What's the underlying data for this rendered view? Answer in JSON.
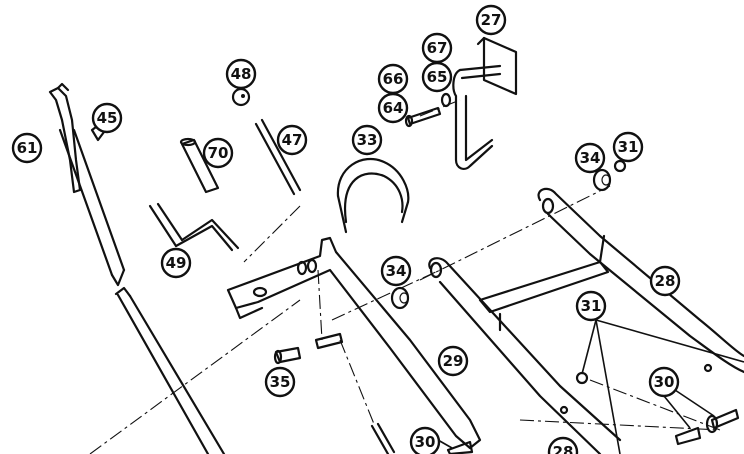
{
  "callouts": [
    {
      "id": "c27",
      "label": "27"
    },
    {
      "id": "c67",
      "label": "67"
    },
    {
      "id": "c66",
      "label": "66"
    },
    {
      "id": "c65",
      "label": "65"
    },
    {
      "id": "c64",
      "label": "64"
    },
    {
      "id": "c48",
      "label": "48"
    },
    {
      "id": "c45",
      "label": "45"
    },
    {
      "id": "c61",
      "label": "61"
    },
    {
      "id": "c70",
      "label": "70"
    },
    {
      "id": "c47",
      "label": "47"
    },
    {
      "id": "c33",
      "label": "33"
    },
    {
      "id": "c34a",
      "label": "34"
    },
    {
      "id": "c31a",
      "label": "31"
    },
    {
      "id": "c49",
      "label": "49"
    },
    {
      "id": "c34b",
      "label": "34"
    },
    {
      "id": "c28a",
      "label": "28"
    },
    {
      "id": "c31b",
      "label": "31"
    },
    {
      "id": "c29",
      "label": "29"
    },
    {
      "id": "c35",
      "label": "35"
    },
    {
      "id": "c30a",
      "label": "30"
    },
    {
      "id": "c30b",
      "label": "30"
    },
    {
      "id": "c28b",
      "label": "28"
    }
  ]
}
